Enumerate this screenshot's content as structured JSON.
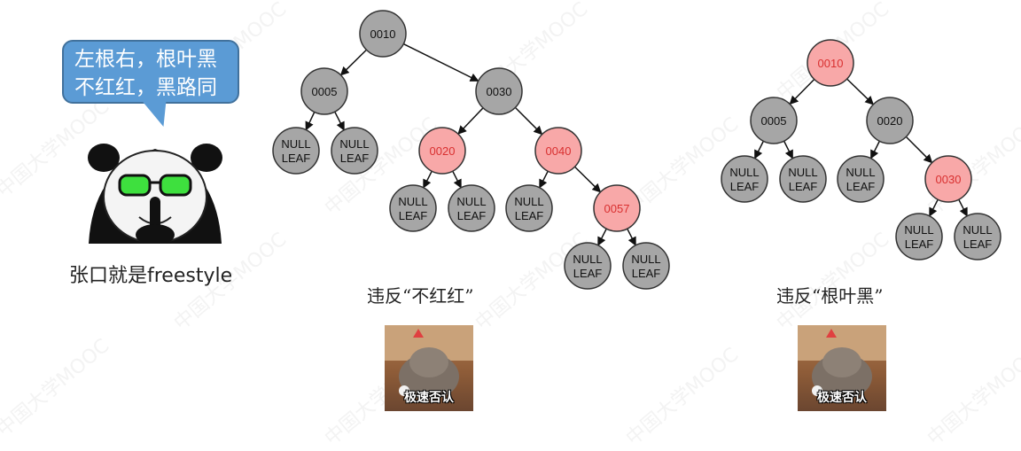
{
  "bubble": {
    "line1": "左根右，根叶黑",
    "line2": "不红红，黑路同"
  },
  "panda_caption": "张口就是freestyle",
  "watermark": "中国大学MOOC",
  "colors": {
    "black_node": "#a6a6a6",
    "red_node": "#f8a8a8",
    "red_text": "#d93030",
    "bubble": "#5b9bd5"
  },
  "tree1": {
    "caption": "违反“不红红”",
    "nodes": [
      {
        "key": "0010",
        "color": "black"
      },
      {
        "key": "0005",
        "color": "black"
      },
      {
        "key": "0030",
        "color": "black"
      },
      {
        "key": "NULL LEAF",
        "color": "black"
      },
      {
        "key": "NULL LEAF",
        "color": "black"
      },
      {
        "key": "0020",
        "color": "red"
      },
      {
        "key": "0040",
        "color": "red"
      },
      {
        "key": "NULL LEAF",
        "color": "black"
      },
      {
        "key": "NULL LEAF",
        "color": "black"
      },
      {
        "key": "NULL LEAF",
        "color": "black"
      },
      {
        "key": "0057",
        "color": "red"
      },
      {
        "key": "NULL LEAF",
        "color": "black"
      },
      {
        "key": "NULL LEAF",
        "color": "black"
      }
    ]
  },
  "tree2": {
    "caption": "违反“根叶黑”",
    "nodes": [
      {
        "key": "0010",
        "color": "red"
      },
      {
        "key": "0005",
        "color": "black"
      },
      {
        "key": "0020",
        "color": "black"
      },
      {
        "key": "NULL LEAF",
        "color": "black"
      },
      {
        "key": "NULL LEAF",
        "color": "black"
      },
      {
        "key": "NULL LEAF",
        "color": "black"
      },
      {
        "key": "0030",
        "color": "red"
      },
      {
        "key": "NULL LEAF",
        "color": "black"
      },
      {
        "key": "NULL LEAF",
        "color": "black"
      }
    ]
  },
  "meme": {
    "text": "极速否认"
  }
}
